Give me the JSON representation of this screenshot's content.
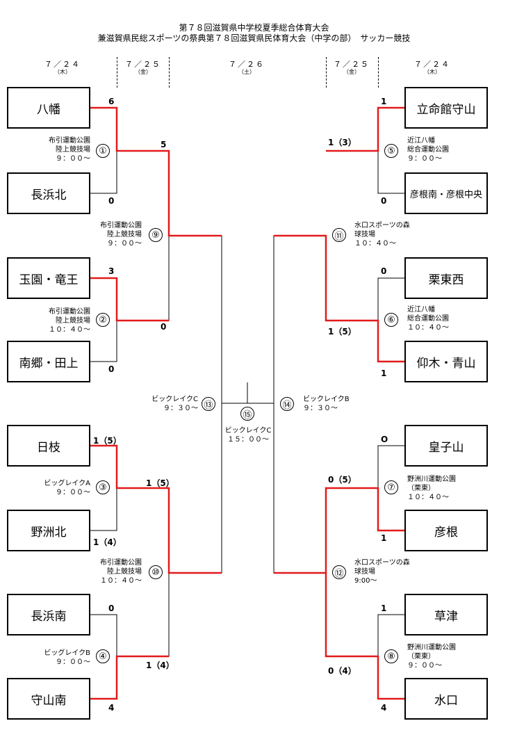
{
  "header": {
    "line1": "第７８回滋賀県中学校夏季総合体育大会",
    "line2": "兼滋賀県民総スポーツの祭典第７８回滋賀県民体育大会（中学の部）　サッカー競技"
  },
  "dates": [
    {
      "date": "７／２４",
      "dow": "（木）"
    },
    {
      "date": "７／２５",
      "dow": "（金）"
    },
    {
      "date": "７／２６",
      "dow": "（土）"
    },
    {
      "date": "７／２５",
      "dow": "（金）"
    },
    {
      "date": "７／２４",
      "dow": "（木）"
    }
  ],
  "teams_left": [
    "八幡",
    "長浜北",
    "玉園・竜王",
    "南郷・田上",
    "日枝",
    "野洲北",
    "長浜南",
    "守山南"
  ],
  "teams_right": [
    "立命館守山",
    "彦根南・彦根中央",
    "栗東西",
    "仰木・青山",
    "皇子山",
    "彦根",
    "草津",
    "水口"
  ],
  "scores": {
    "l1": "6",
    "l2": "0",
    "l3": "3",
    "l4": "0",
    "l5": "1（5）",
    "l6": "1（4）",
    "l7": "0",
    "l8": "4",
    "m9a": "5",
    "m9b": "0",
    "m10a": "1（5）",
    "m10b": "1（4）",
    "r1": "1",
    "r2": "0",
    "r3": "0",
    "r4": "1",
    "r5": "O",
    "r6": "1",
    "r7": "1",
    "r8": "4",
    "m11a": "1（3）",
    "m11b": "1（5）",
    "m12a": "0（5）",
    "m12b": "0（4）"
  },
  "matches": {
    "m1": "①",
    "m2": "②",
    "m3": "③",
    "m4": "④",
    "m5": "⑤",
    "m6": "⑥",
    "m7": "⑦",
    "m8": "⑧",
    "m9": "⑨",
    "m10": "⑩",
    "m11": "⑪",
    "m12": "⑫",
    "m13": "⑬",
    "m14": "⑭",
    "m15": "⑮"
  },
  "venues": {
    "v1": "布引運動公園\n陸上競技場\n９：００〜",
    "v2": "布引運動公園\n陸上競技場\n１０：４０〜",
    "v3": "ビッグレイクA\n９：００〜",
    "v4": "ビッグレイクB\n９：００〜",
    "v9": "布引運動公園\n陸上競技場\n９：００〜",
    "v10": "布引運動公園\n陸上競技場\n１０：４０〜",
    "v13": "ビックレイクC\n９：３０〜",
    "v15": "ビックレイクC\n１５：００〜",
    "v14": "ビックレイクB\n９：３０〜",
    "v5": "近江八幡\n総合運動公園\n９：００〜",
    "v6": "近江八幡\n総合運動公園\n１０：４０〜",
    "v7": "野洲川運動公園\n（栗東）\n１０：４０〜",
    "v8": "野洲川運動公園\n（栗東）\n９：００〜",
    "v11": "水口スポーツの森\n球技場\n１０：４０〜",
    "v12": "水口スポーツの森\n球技場\n9:00〜"
  },
  "colors": {
    "winner_line": "#e31a1c",
    "line": "#000000"
  }
}
